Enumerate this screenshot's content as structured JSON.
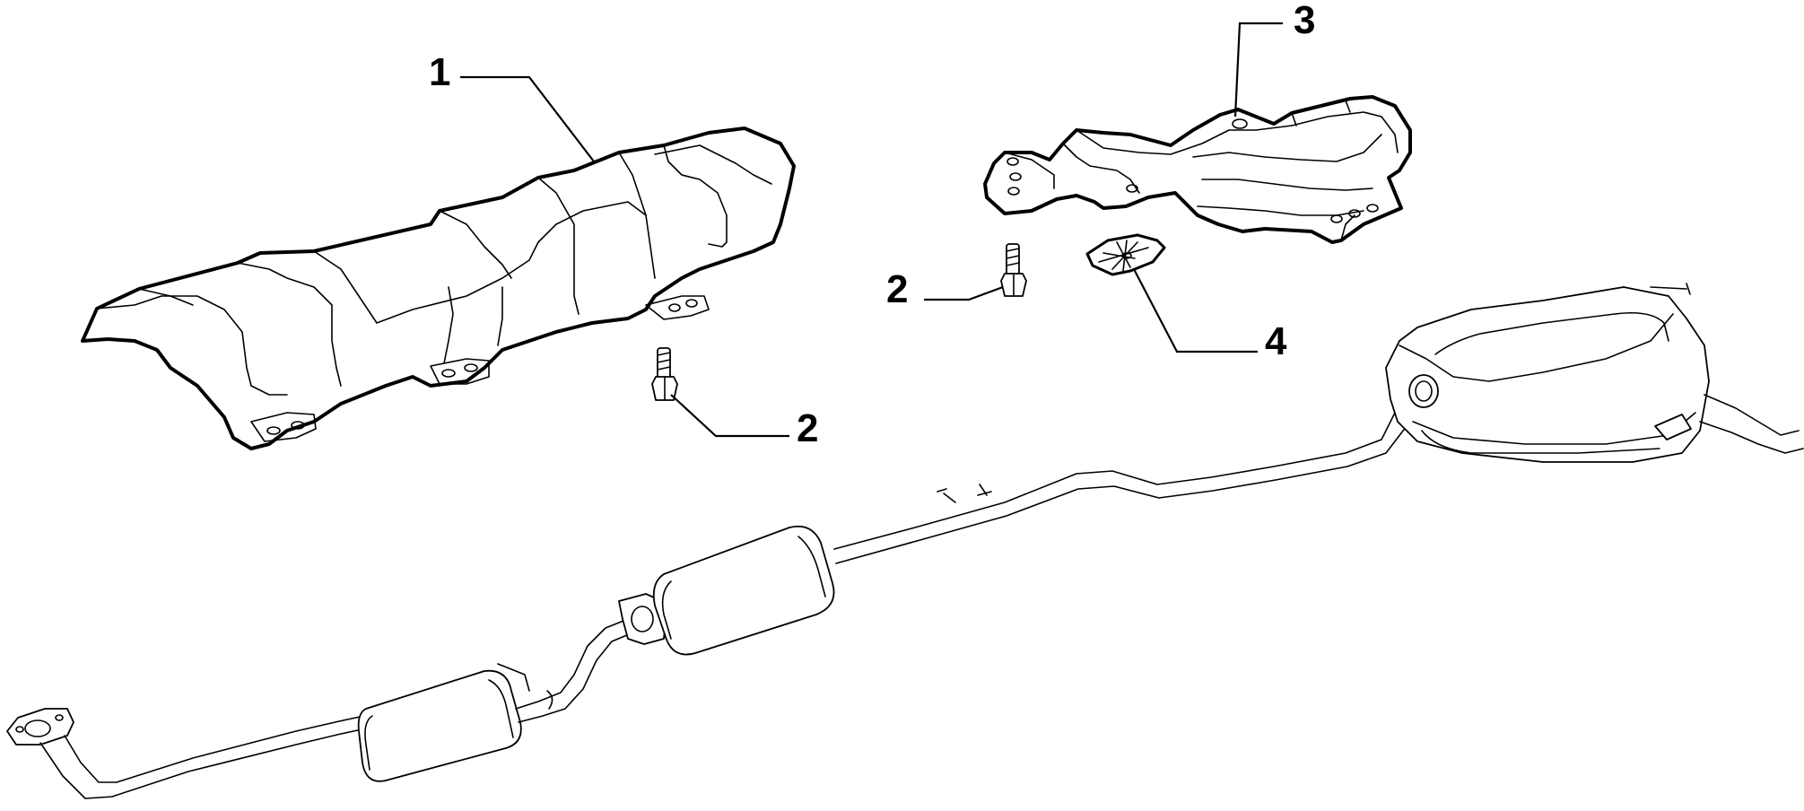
{
  "callouts": [
    {
      "id": "1",
      "text": "1"
    },
    {
      "id": "2a",
      "text": "2"
    },
    {
      "id": "2b",
      "text": "2"
    },
    {
      "id": "3",
      "text": "3"
    },
    {
      "id": "4",
      "text": "4"
    }
  ]
}
